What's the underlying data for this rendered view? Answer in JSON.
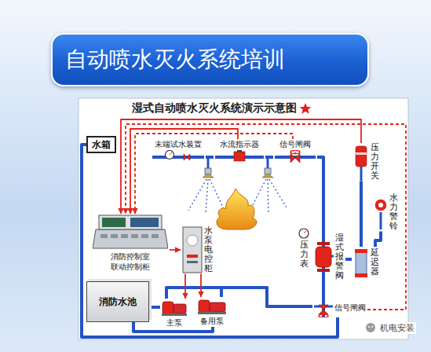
{
  "diagram": {
    "title": "自动喷水灭火系统培训",
    "caption": "湿式自动喷水灭火系统演示示意图",
    "nodes": [
      {
        "text": [
          "水箱"
        ]
      },
      {
        "text": [
          "末端试水装置"
        ]
      },
      {
        "text": [
          "水流指示器"
        ]
      },
      {
        "text": [
          "信号闸阀"
        ]
      },
      {
        "text": [
          "压力开关"
        ]
      },
      {
        "text": [
          "水力警铃"
        ]
      },
      {
        "text": [
          "延迟器"
        ]
      },
      {
        "text": [
          "压力表"
        ]
      },
      {
        "text": [
          "湿式报警阀"
        ]
      },
      {
        "text": [
          "信号闸阀"
        ]
      },
      {
        "text": [
          "消防控制室联动控制柜"
        ]
      },
      {
        "text": [
          "水泵电控柜"
        ]
      },
      {
        "text": [
          "消防水池"
        ]
      },
      {
        "text": [
          "主泵"
        ]
      },
      {
        "text": [
          "备用泵"
        ]
      }
    ],
    "edges": [
      {
        "from": 12,
        "to": 13,
        "arrow": "none"
      },
      {
        "from": 12,
        "to": 14,
        "arrow": "none"
      },
      {
        "from": 13,
        "to": 9,
        "arrow": "none"
      },
      {
        "from": 14,
        "to": 9,
        "arrow": "none"
      },
      {
        "from": 9,
        "to": 8,
        "arrow": "none"
      },
      {
        "from": 8,
        "to": 3,
        "arrow": "none"
      },
      {
        "from": 3,
        "to": 2,
        "arrow": "none"
      },
      {
        "from": 2,
        "to": 1,
        "arrow": "none"
      },
      {
        "from": 8,
        "to": 6,
        "arrow": "none"
      },
      {
        "from": 6,
        "to": 4,
        "arrow": "none"
      },
      {
        "from": 6,
        "to": 5,
        "arrow": "none"
      },
      {
        "from": 0,
        "to": 9,
        "arrow": "none"
      },
      {
        "from": 2,
        "to": 10,
        "arrow": "to"
      },
      {
        "from": 4,
        "to": 10,
        "arrow": "to"
      },
      {
        "from": 3,
        "to": 10,
        "arrow": "to"
      },
      {
        "from": 9,
        "to": 10,
        "arrow": "to"
      },
      {
        "from": 10,
        "to": 11,
        "arrow": "to"
      },
      {
        "from": 11,
        "to": 13,
        "arrow": "to"
      },
      {
        "from": 11,
        "to": 14,
        "arrow": "to"
      }
    ],
    "labels": [
      "机电安装"
    ]
  }
}
